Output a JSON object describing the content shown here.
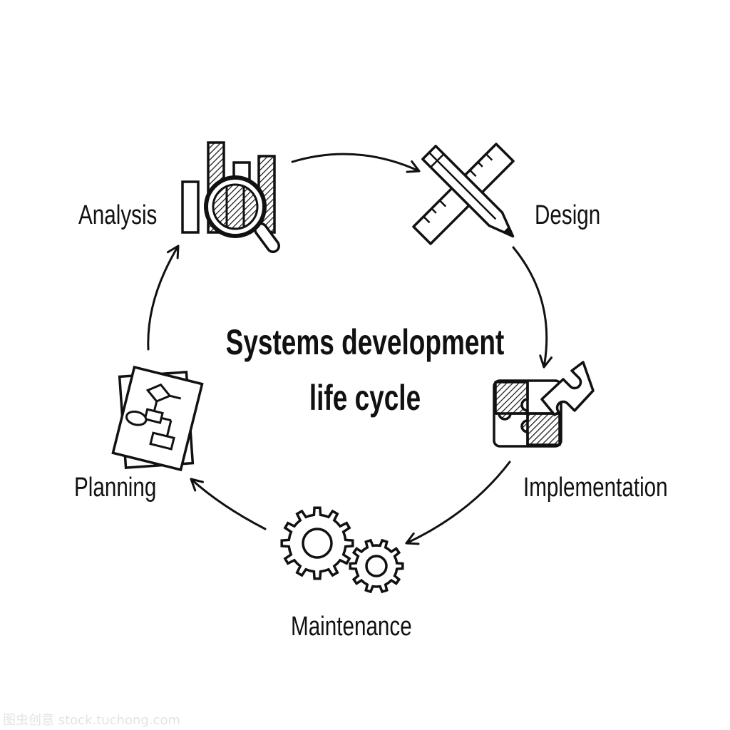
{
  "diagram": {
    "title_line1": "Systems development",
    "title_line2": "life cycle",
    "stages": {
      "analysis": "Analysis",
      "design": "Design",
      "implementation": "Implementation",
      "maintenance": "Maintenance",
      "planning": "Planning"
    },
    "icons": {
      "analysis": "bar-chart-magnifier-icon",
      "design": "pencil-ruler-icon",
      "implementation": "puzzle-icon",
      "maintenance": "gears-icon",
      "planning": "flowchart-document-icon"
    },
    "colors": {
      "stroke": "#111111",
      "background": "#ffffff"
    }
  },
  "watermark": "图虫创意 stock.tuchong.com"
}
